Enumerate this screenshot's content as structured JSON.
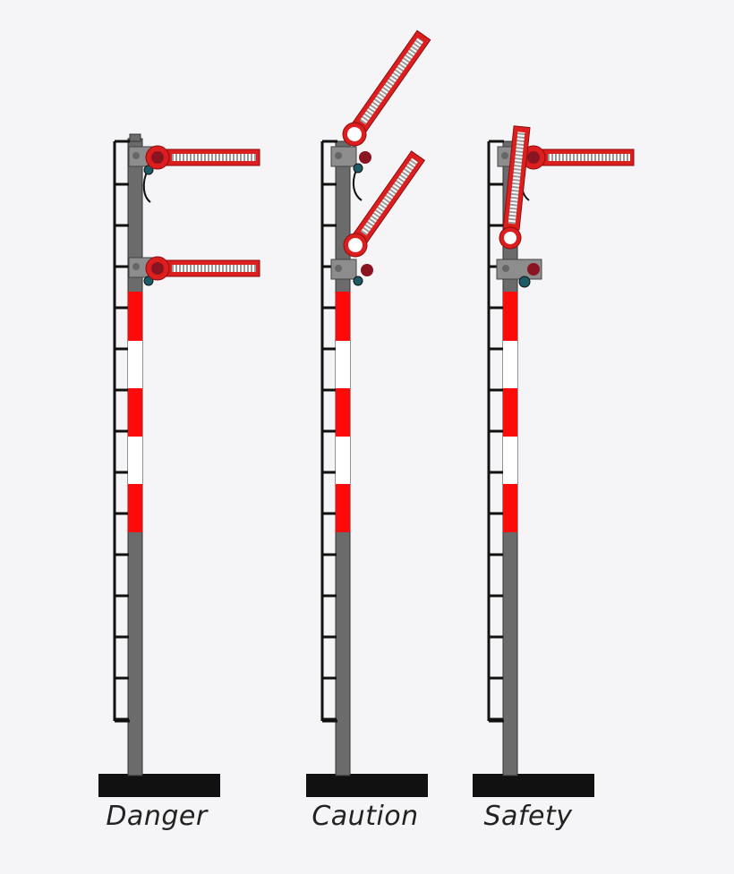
{
  "signals": [
    {
      "id": "danger",
      "label": "Danger",
      "upper_arm": "horizontal",
      "lower_arm": "horizontal"
    },
    {
      "id": "caution",
      "label": "Caution",
      "upper_arm": "raised",
      "lower_arm": "raised"
    },
    {
      "id": "safety",
      "label": "Safety",
      "upper_arm": "horizontal",
      "lower_arm": "vertical"
    }
  ],
  "colors": {
    "background": "#f5f5f7",
    "post": "#6b6b6b",
    "ladder": "#111111",
    "arm_red": "#dd1e1e",
    "arm_stripe": "#ffffff",
    "lamp_red": "#8a1422",
    "lamp_blue": "#1e5a66",
    "base": "#111111",
    "bracket": "#8d8d8d",
    "band_red": "#ff0a0a",
    "band_white": "#ffffff",
    "caption": "#222222"
  }
}
